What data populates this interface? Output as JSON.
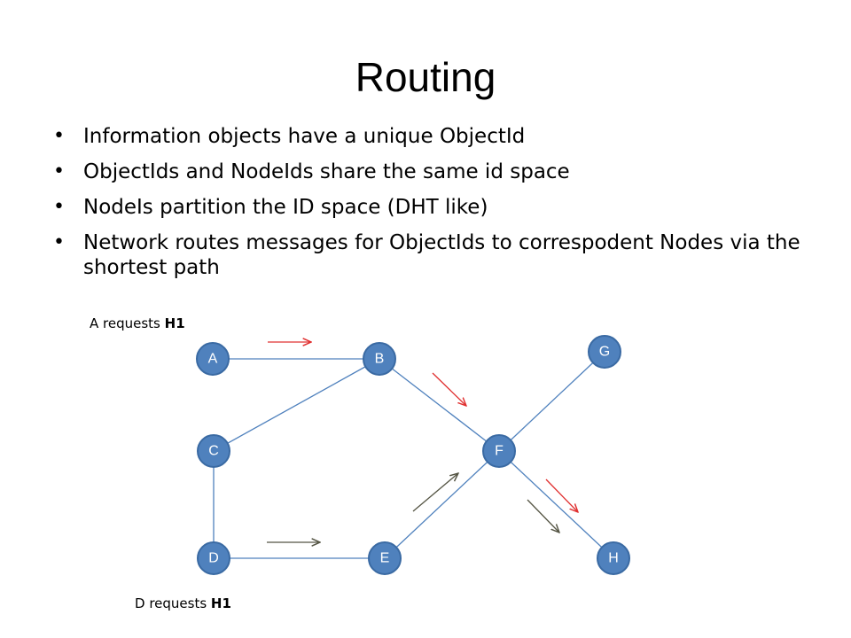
{
  "title": "Routing",
  "bullets": [
    "Information objects have a unique ObjectId",
    "ObjectIds and NodeIds share the same id space",
    "NodeIs partition the ID space (DHT like)",
    "Network routes messages for ObjectIds to correspodent Nodes via the shortest path"
  ],
  "captions": {
    "a_request_prefix": "A requests ",
    "a_request_object": "H1",
    "d_request_prefix": "D requests ",
    "d_request_object": "H1"
  },
  "nodes": {
    "a": "A",
    "b": "B",
    "c": "C",
    "d": "D",
    "e": "E",
    "f": "F",
    "g": "G",
    "h": "H"
  },
  "colors": {
    "node_fill": "#4f81bd",
    "edge": "#4f81bd",
    "request_a_arrow": "#e03030",
    "request_d_arrow": "#555544"
  }
}
